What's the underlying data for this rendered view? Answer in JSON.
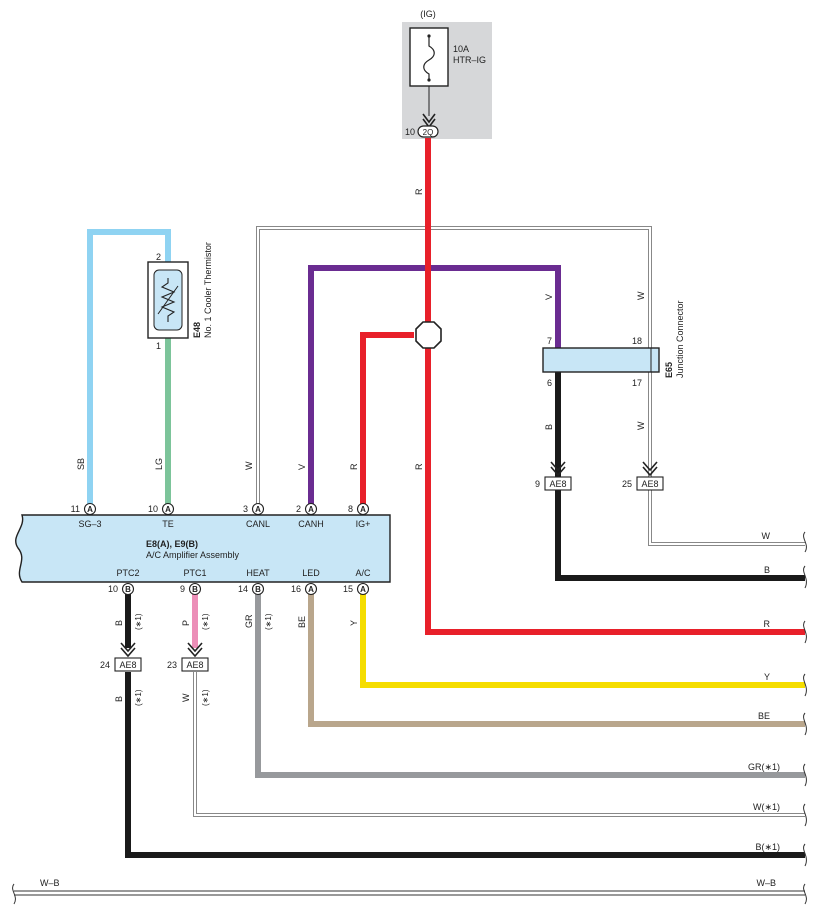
{
  "fuse": {
    "circuit": "(IG)",
    "rating": "10A",
    "name": "HTR–IG",
    "pin_number": "10",
    "pin_connector": "2Q"
  },
  "thermistor": {
    "code": "E48",
    "name": "No. 1 Cooler Thermistor",
    "pin_top": "2",
    "pin_bottom": "1"
  },
  "junction": {
    "code": "E65",
    "name": "Junction Connector",
    "pin_tl": "7",
    "pin_tr": "18",
    "pin_bl": "6",
    "pin_br": "17"
  },
  "amplifier": {
    "codes": "E8(A), E9(B)",
    "name": "A/C Amplifier Assembly",
    "top_pins": [
      {
        "num": "11",
        "letter": "A",
        "name": "SG–3"
      },
      {
        "num": "10",
        "letter": "A",
        "name": "TE"
      },
      {
        "num": "3",
        "letter": "A",
        "name": "CANL"
      },
      {
        "num": "2",
        "letter": "A",
        "name": "CANH"
      },
      {
        "num": "8",
        "letter": "A",
        "name": "IG+"
      }
    ],
    "bottom_pins": [
      {
        "num": "10",
        "letter": "B",
        "name": "PTC2"
      },
      {
        "num": "9",
        "letter": "B",
        "name": "PTC1"
      },
      {
        "num": "14",
        "letter": "B",
        "name": "HEAT"
      },
      {
        "num": "16",
        "letter": "A",
        "name": "LED"
      },
      {
        "num": "15",
        "letter": "A",
        "name": "A/C"
      }
    ]
  },
  "connectors": {
    "ae8_9": {
      "num": "9",
      "name": "AE8"
    },
    "ae8_25": {
      "num": "25",
      "name": "AE8"
    },
    "ae8_24": {
      "num": "24",
      "name": "AE8"
    },
    "ae8_23": {
      "num": "23",
      "name": "AE8"
    }
  },
  "wire_labels": {
    "sb": "SB",
    "lg": "LG",
    "w_canl": "W",
    "v_canh": "V",
    "r_ig": "R",
    "r_main_top": "R",
    "r_main_mid": "R",
    "v_junction": "V",
    "w_junction_top": "W",
    "b_junction": "B",
    "w_junction_bot": "W",
    "b_ptc2": "B",
    "p_ptc1": "P",
    "gr_heat": "GR",
    "be_led": "BE",
    "y_ac": "Y",
    "b_ptc2_low": "B",
    "w_ptc1_low": "W",
    "note_1": "(∗1)",
    "note_2": "(∗1)",
    "note_3": "(∗1)",
    "note_4": "(∗1)",
    "note_5": "(∗1)"
  },
  "right_labels": {
    "w": "W",
    "b": "B",
    "r": "R",
    "y": "Y",
    "be": "BE",
    "gr": "GR(∗1)",
    "w1": "W(∗1)",
    "b1": "B(∗1)",
    "wb_right": "W–B"
  },
  "ground": {
    "left_label": "W–B"
  },
  "colors": {
    "red": "#e8202a",
    "purple": "#6a2c91",
    "black": "#1a1a1a",
    "yellow": "#f5dd00",
    "tan": "#b9a68c",
    "gray": "#97999c",
    "pink": "#ec8fb8",
    "light_blue": "#8fd3f2",
    "green": "#7cc49a",
    "module_fill": "#c8e6f6",
    "fuse_box": "#d6d7d9"
  }
}
